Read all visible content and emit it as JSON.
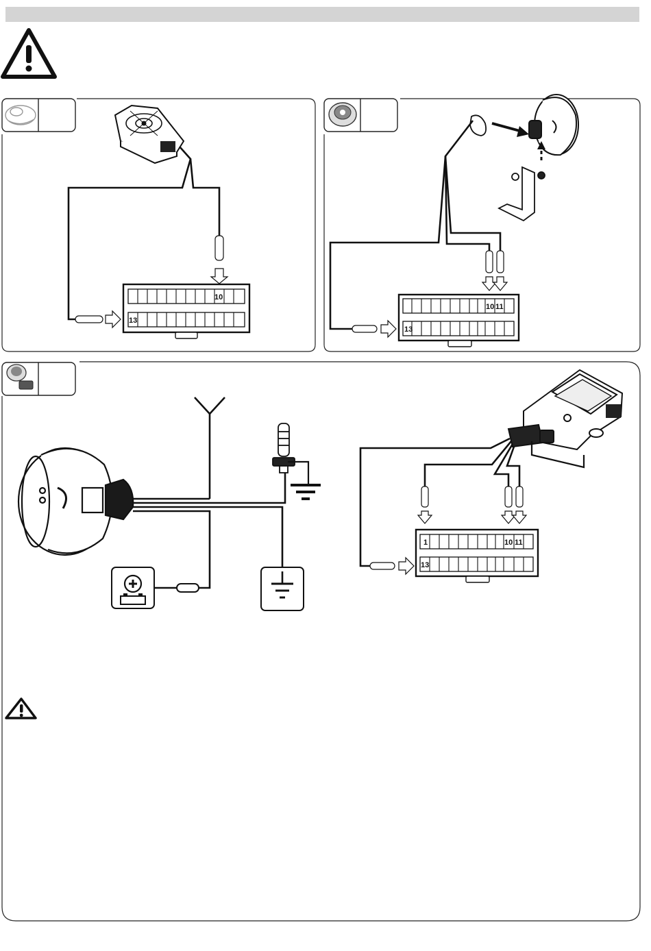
{
  "connector_top_left": {
    "row1_label": "10",
    "row2_label": "13"
  },
  "connector_top_right": {
    "row1_label_a": "10",
    "row1_label_b": "11",
    "row2_label": "13"
  },
  "connector_bottom": {
    "row1_label_start": "1",
    "row1_label_a": "10",
    "row1_label_b": "11",
    "row2_label": "13"
  },
  "icons": {
    "warning_large": "warning-triangle-icon",
    "warning_small": "warning-triangle-icon",
    "battery": "battery-plus-icon",
    "ground": "ground-icon",
    "antenna": "antenna-icon",
    "spark_plug": "spark-plug-icon"
  }
}
